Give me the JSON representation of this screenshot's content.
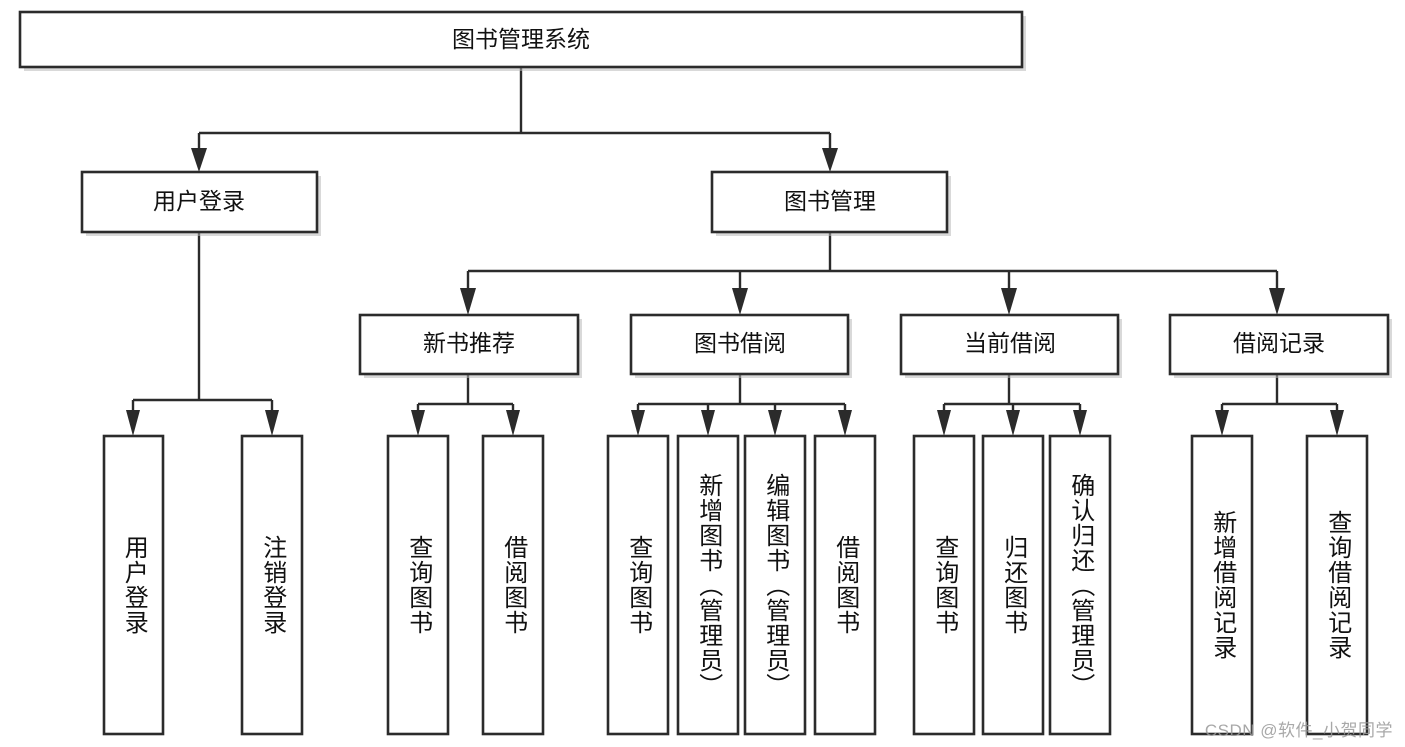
{
  "diagram": {
    "type": "tree-hierarchy",
    "title": "图书管理系统",
    "orientation": "top-down",
    "watermark": "CSDN @软件_小贺同学",
    "colors": {
      "background": "#ffffff",
      "box_border": "#2b2b2b",
      "box_fill": "#ffffff",
      "connector": "#2b2b2b",
      "text": "#111111",
      "watermark": "#9a9a9a"
    },
    "levels": {
      "root": {
        "label": "图书管理系统"
      },
      "level2": [
        {
          "id": "user-login",
          "label": "用户登录"
        },
        {
          "id": "book-management",
          "label": "图书管理"
        }
      ],
      "level3": [
        {
          "id": "new-book-recommend",
          "label": "新书推荐",
          "parent": "book-management"
        },
        {
          "id": "book-borrow",
          "label": "图书借阅",
          "parent": "book-management"
        },
        {
          "id": "current-borrow",
          "label": "当前借阅",
          "parent": "book-management"
        },
        {
          "id": "borrow-record",
          "label": "借阅记录",
          "parent": "book-management"
        }
      ],
      "leaves": [
        {
          "id": "leaf-user-login",
          "label": "用户登录",
          "parent": "user-login"
        },
        {
          "id": "leaf-logout",
          "label": "注销登录",
          "parent": "user-login"
        },
        {
          "id": "leaf-query-book-1",
          "label": "查询图书",
          "parent": "new-book-recommend"
        },
        {
          "id": "leaf-borrow-book-1",
          "label": "借阅图书",
          "parent": "new-book-recommend"
        },
        {
          "id": "leaf-query-book-2",
          "label": "查询图书",
          "parent": "book-borrow"
        },
        {
          "id": "leaf-add-book",
          "label": "新增图书（管理员）",
          "parent": "book-borrow"
        },
        {
          "id": "leaf-edit-book",
          "label": "编辑图书（管理员）",
          "parent": "book-borrow"
        },
        {
          "id": "leaf-borrow-book-2",
          "label": "借阅图书",
          "parent": "book-borrow"
        },
        {
          "id": "leaf-query-book-3",
          "label": "查询图书",
          "parent": "current-borrow"
        },
        {
          "id": "leaf-return-book",
          "label": "归还图书",
          "parent": "current-borrow"
        },
        {
          "id": "leaf-confirm-return",
          "label": "确认归还（管理员）",
          "parent": "current-borrow"
        },
        {
          "id": "leaf-add-record",
          "label": "新增借阅记录",
          "parent": "borrow-record"
        },
        {
          "id": "leaf-query-record",
          "label": "查询借阅记录",
          "parent": "borrow-record"
        }
      ]
    }
  }
}
